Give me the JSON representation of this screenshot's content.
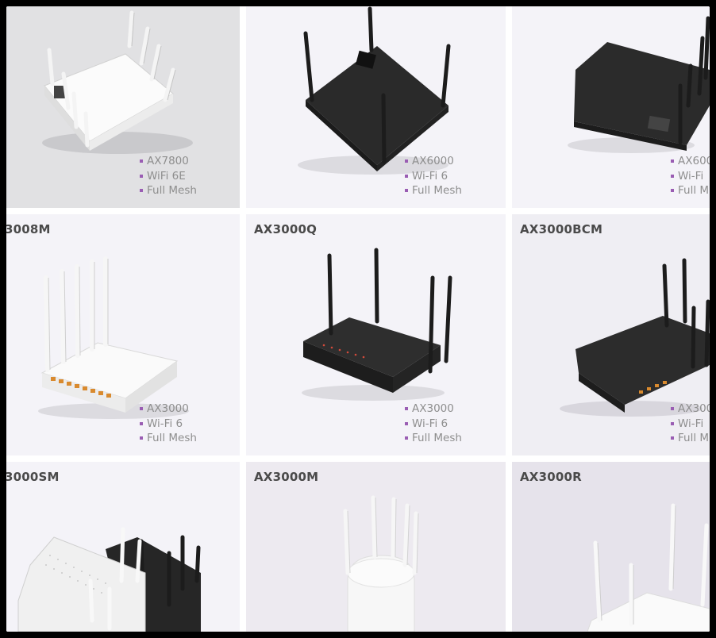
{
  "products": [
    {
      "title": "",
      "specs": [
        "AX7800",
        "WiFi 6E",
        "Full Mesh"
      ],
      "bg": "#e1e1e3",
      "router": "white-octagon"
    },
    {
      "title": "",
      "specs": [
        "AX6000",
        "Wi-Fi 6",
        "Full Mesh"
      ],
      "bg": "#f4f3f8",
      "router": "black-square"
    },
    {
      "title": "",
      "specs": [
        "AX600",
        "Wi-Fi",
        "Full M"
      ],
      "bg": "#f4f3f8",
      "router": "black-flat"
    },
    {
      "title": "3008M",
      "specs": [
        "AX3000",
        "Wi-Fi 6",
        "Full Mesh"
      ],
      "bg": "#f4f3f8",
      "router": "white-5-antenna"
    },
    {
      "title": "AX3000Q",
      "specs": [
        "AX3000",
        "Wi-Fi 6",
        "Full Mesh"
      ],
      "bg": "#f4f3f8",
      "router": "black-4-antenna"
    },
    {
      "title": "AX3000BCM",
      "specs": [
        "AX300",
        "Wi-Fi",
        "Full M"
      ],
      "bg": "#efeef3",
      "router": "black-tilted"
    },
    {
      "title": "3000SM",
      "specs": [],
      "bg": "#f4f3f8",
      "router": "white-black-pair"
    },
    {
      "title": "AX3000M",
      "specs": [],
      "bg": "#edeaf0",
      "router": "white-cylinder"
    },
    {
      "title": "AX3000R",
      "specs": [],
      "bg": "#e6e3eb",
      "router": "white-4-antenna"
    }
  ],
  "colors": {
    "bullet": "#9a5db3",
    "spec_text": "#8e8e8e",
    "title_text": "#4a4a4a"
  }
}
